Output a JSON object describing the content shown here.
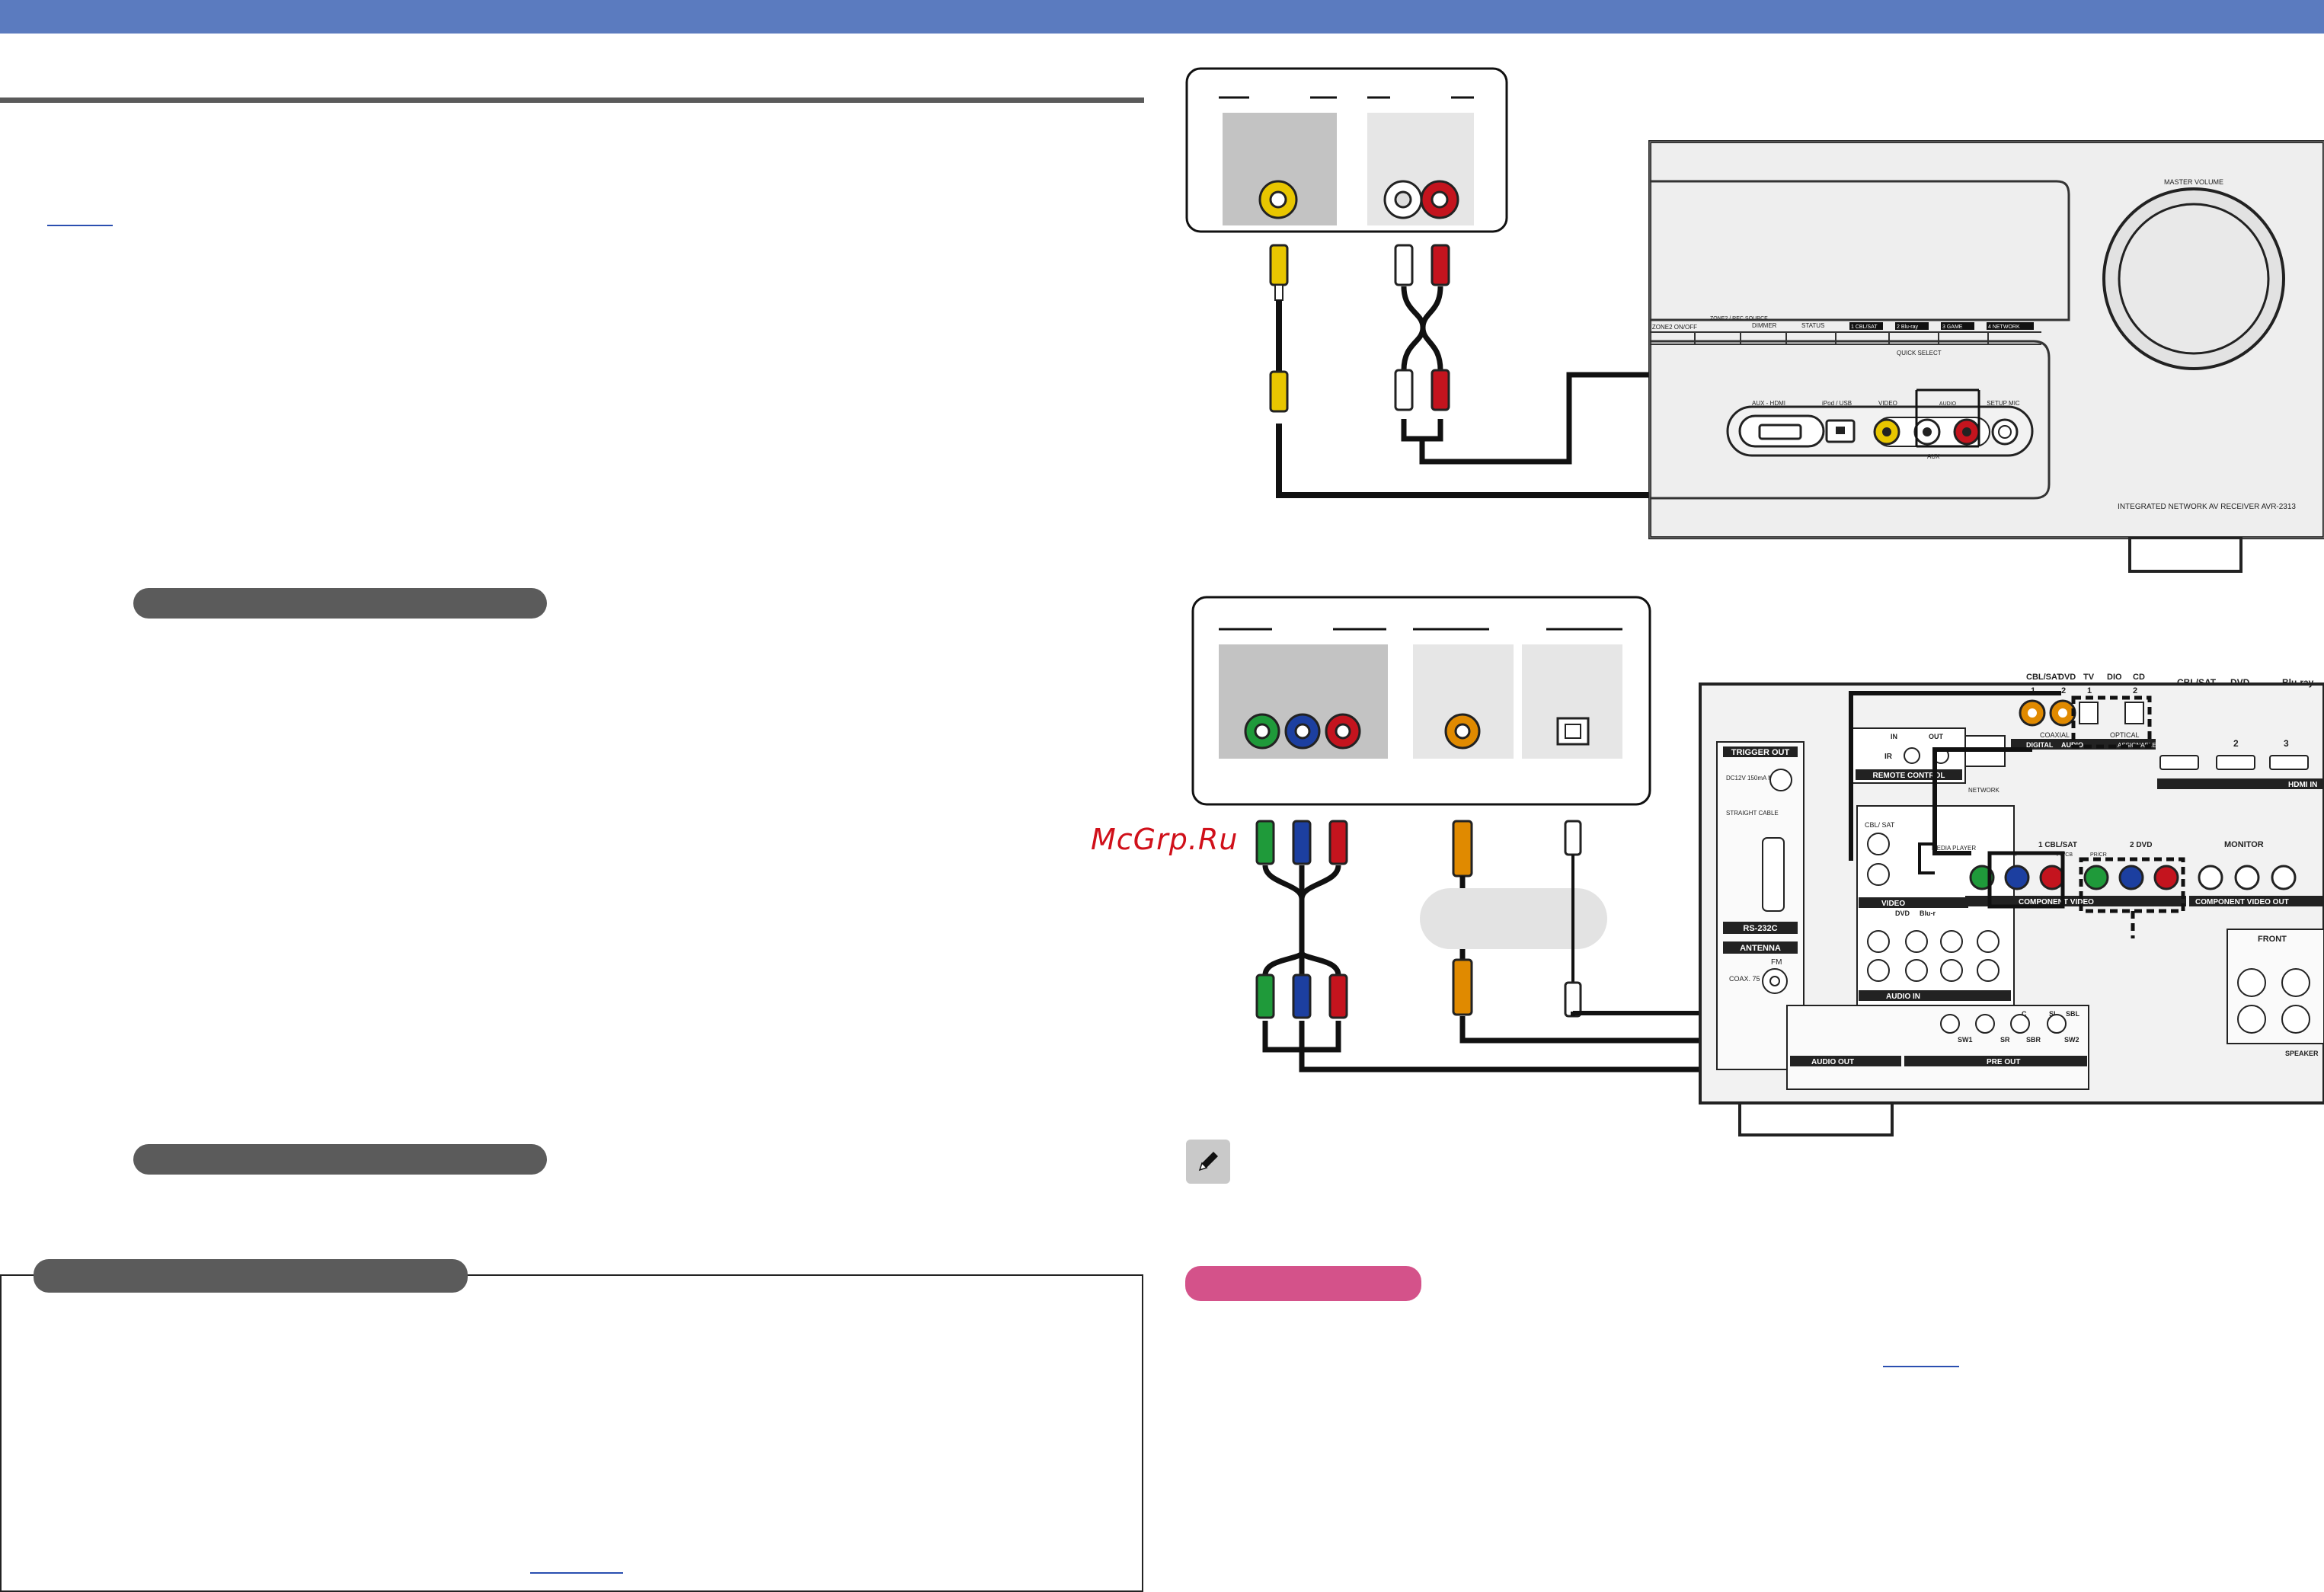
{
  "watermark": "McGrp.Ru",
  "colors": {
    "header": "#5b7bbf",
    "pill": "#5b5b5b",
    "pill_pink": "#d4528a",
    "rca_yellow": "#e8c600",
    "rca_red": "#c4141e",
    "rca_white": "#ffffff",
    "rca_green": "#1f9a3a",
    "rca_blue": "#1c3fa0",
    "rca_orange": "#e08a00",
    "panel": "#e6e6e6",
    "cable": "#111111"
  },
  "front_panel": {
    "master_volume": "MASTER VOLUME",
    "buttons": [
      "ZONE2 ON/OFF",
      "ZONE2 / REC SOURCE",
      "DIMMER",
      "STATUS"
    ],
    "quick_select": [
      "1  CBL/SAT",
      "2  Blu-ray",
      "3  GAME",
      "4  NETWORK"
    ],
    "quick_select_label": "QUICK SELECT",
    "aux_hdmi": "AUX - HDMI",
    "ipod_usb": "iPod / USB",
    "video": "VIDEO",
    "audio": "AUDIO",
    "setup_mic": "SETUP MIC",
    "aux": "AUX",
    "model": "INTEGRATED NETWORK AV RECEIVER  AVR-2313"
  },
  "rear_panel": {
    "trigger_out": "TRIGGER OUT",
    "trigger_spec": "DC12V 150mA MAX.",
    "straight_cable": "STRAIGHT CABLE",
    "rs232c": "RS-232C",
    "antenna": "ANTENNA",
    "fm": "FM",
    "coax": "COAX. 75 Ω",
    "remote_control": "REMOTE CONTROL",
    "in": "IN",
    "out": "OUT",
    "ir": "IR",
    "network": "NETWORK",
    "coaxial_labels": [
      "CBL/SAT",
      "DVD",
      "TV"
    ],
    "coaxial_numbers": [
      "1",
      "2",
      "1"
    ],
    "coaxial": "COAXIAL",
    "digital": "DIGITAL",
    "audio": "AUDIO",
    "optical": "OPTICAL",
    "cd": "CD",
    "dio": "DIO",
    "optical_number": "2",
    "assignable": "ASSIGNABLE",
    "hdmi_labels": [
      "CBL/SAT",
      "DVD",
      "Blu-ray"
    ],
    "hdmi_numbers": [
      "2",
      "3"
    ],
    "hdmi_in": "HDMI IN",
    "component_1": "1 CBL/SAT",
    "component_2": "2 DVD",
    "monitor": "MONITOR",
    "y": "Y",
    "pb": "PB/CB",
    "pr": "PR/CR",
    "component_video": "COMPONENT VIDEO",
    "component_video_out": "COMPONENT VIDEO OUT",
    "video": "VIDEO",
    "audio_in": "AUDIO IN",
    "audio_out": "AUDIO OUT",
    "pre_out": "PRE OUT",
    "front": "FRONT",
    "speaker": "SPEAKER",
    "cblsat": "CBL/ SAT",
    "dvd": "DVD",
    "bluray": "Blu-r",
    "media_player": "MEDIA PLAYER",
    "pre_labels": [
      "SL",
      "SBL",
      "C",
      "SW1",
      "SR",
      "SBR",
      "SW2"
    ]
  }
}
